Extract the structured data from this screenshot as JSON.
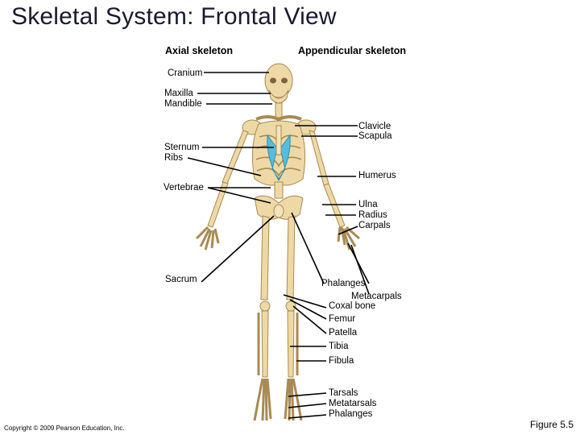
{
  "title": "Skeletal System: Frontal View",
  "headers": {
    "axial": "Axial skeleton",
    "appendicular": "Appendicular skeleton"
  },
  "labels": {
    "cranium": "Cranium",
    "maxilla": "Maxilla",
    "mandible": "Mandible",
    "sternum": "Sternum",
    "ribs": "Ribs",
    "vertebrae": "Vertebrae",
    "sacrum": "Sacrum",
    "clavicle": "Clavicle",
    "scapula": "Scapula",
    "humerus": "Humerus",
    "ulna": "Ulna",
    "radius": "Radius",
    "carpals": "Carpals",
    "phalanges_hand": "Phalanges",
    "metacarpals": "Metacarpals",
    "coxal_bone": "Coxal bone",
    "femur": "Femur",
    "patella": "Patella",
    "tibia": "Tibia",
    "fibula": "Fibula",
    "tarsals": "Tarsals",
    "metatarsals": "Metatarsals",
    "phalanges_foot": "Phalanges"
  },
  "copyright": "Copyright © 2009 Pearson Education, Inc.",
  "figure": "Figure 5.5",
  "colors": {
    "bone": "#eed9a6",
    "bone_edge": "#a88a52",
    "cartilage": "#55bde0",
    "leader": "#000000"
  }
}
